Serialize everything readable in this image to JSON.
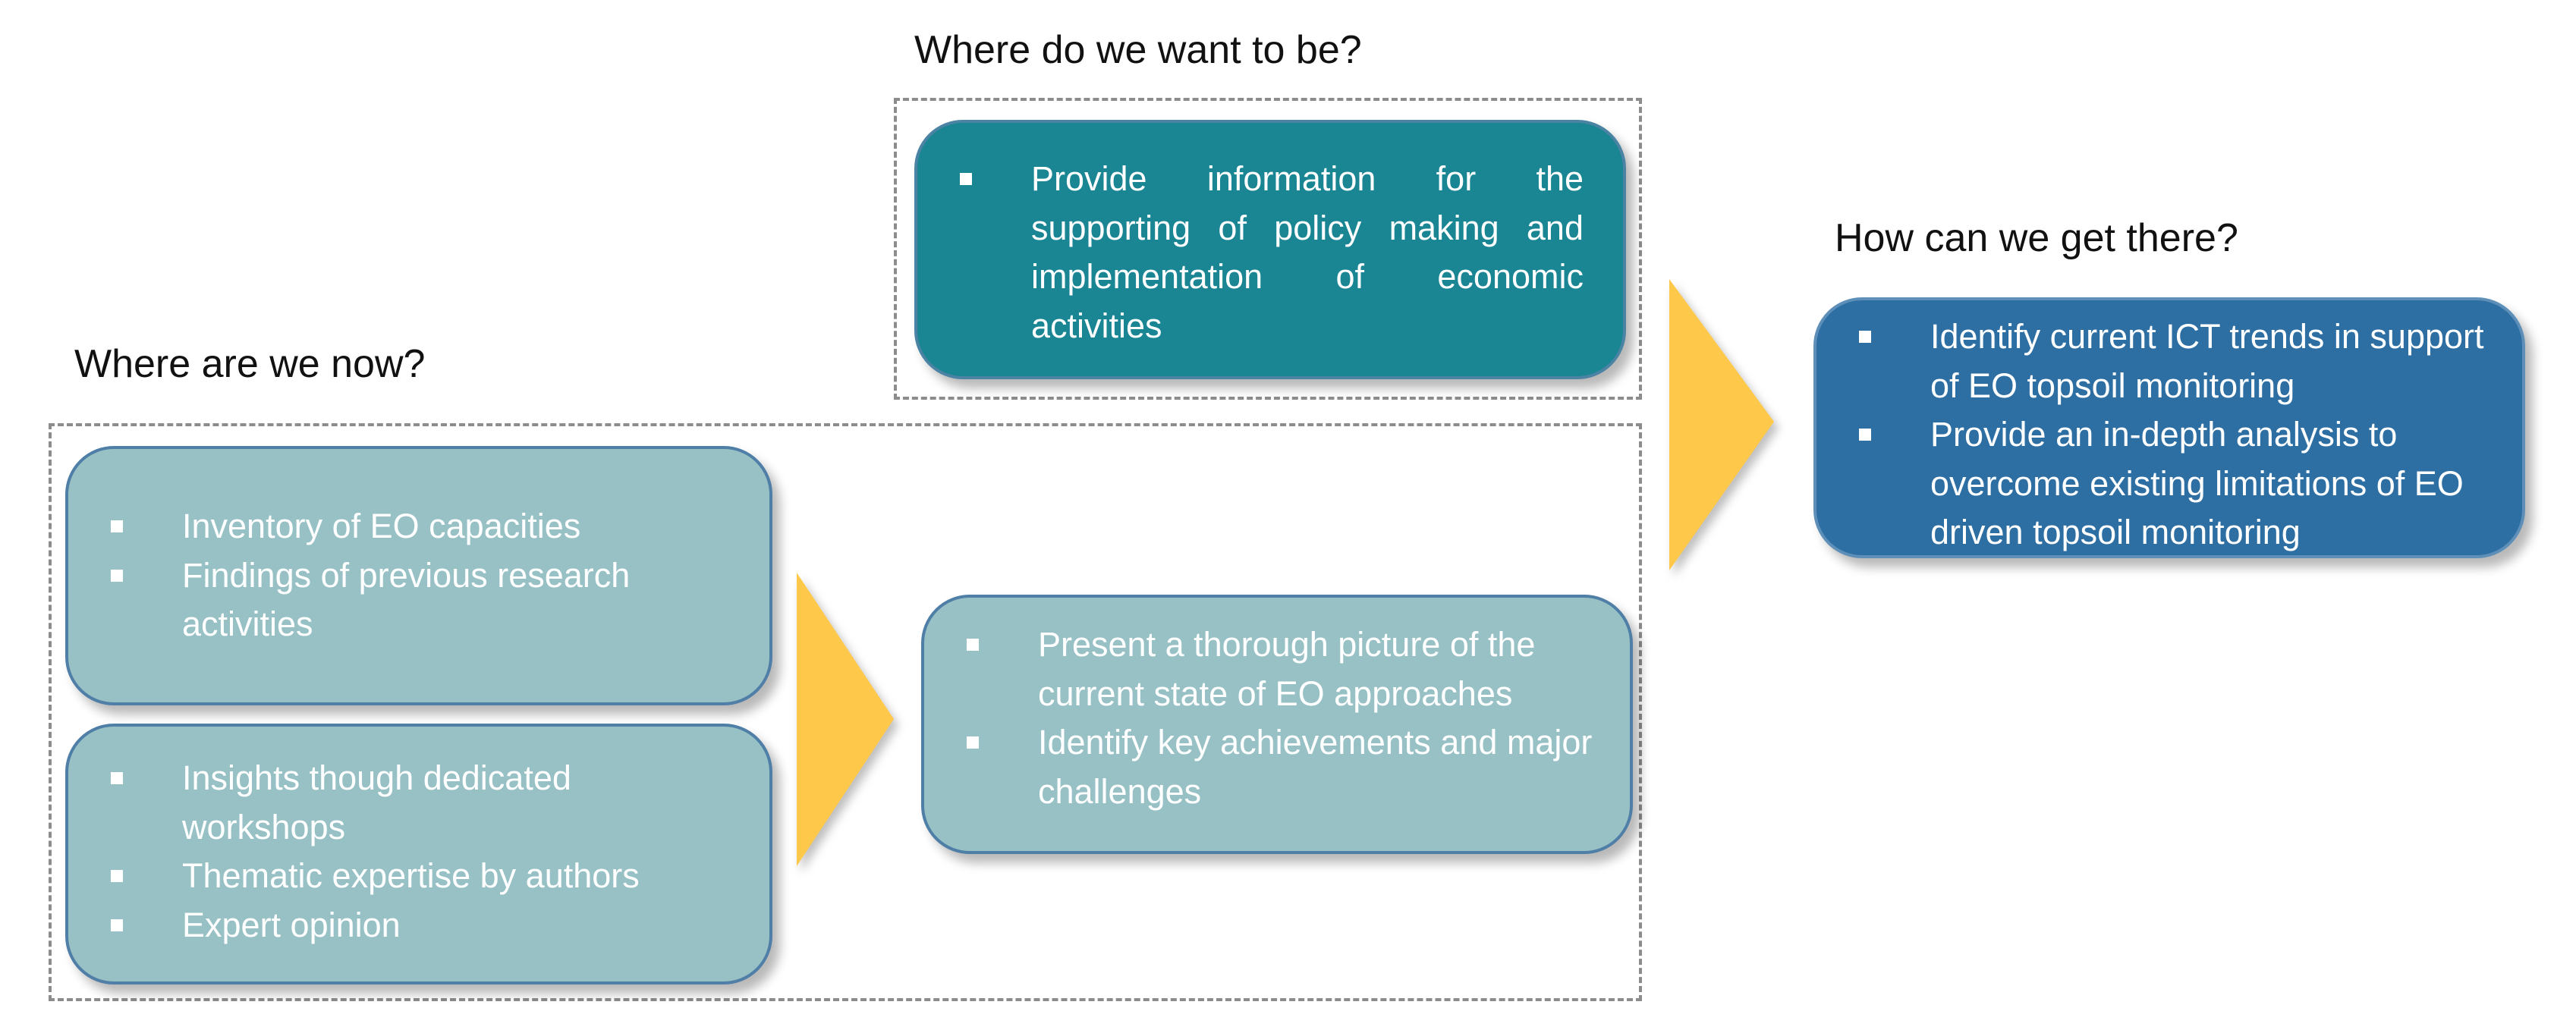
{
  "headings": {
    "want": "Where do we want to be?",
    "how": "How can we get there?",
    "now": "Where are we now?"
  },
  "boxes": {
    "policy": {
      "items": [
        "Provide information for the supporting of policy making and implementation of economic activities"
      ]
    },
    "ict": {
      "items": [
        "Identify current ICT trends in support of EO topsoil monitoring",
        "Provide an in-depth analysis to overcome existing limitations of EO driven topsoil monitoring"
      ]
    },
    "inventory": {
      "items": [
        "Inventory of EO capacities",
        "Findings of previous research activities"
      ]
    },
    "insights": {
      "items": [
        "Insights though dedicated workshops",
        "Thematic expertise by authors",
        "Expert opinion"
      ]
    },
    "picture": {
      "items": [
        "Present a thorough picture of the current state of EO approaches",
        "Identify key achievements and major challenges"
      ]
    }
  },
  "colors": {
    "light_box": "#98c1c6",
    "teal_box": "#1a8593",
    "blue_box": "#2d6ea3",
    "arrow": "#fec84a",
    "frame": "#8c8c8c"
  }
}
